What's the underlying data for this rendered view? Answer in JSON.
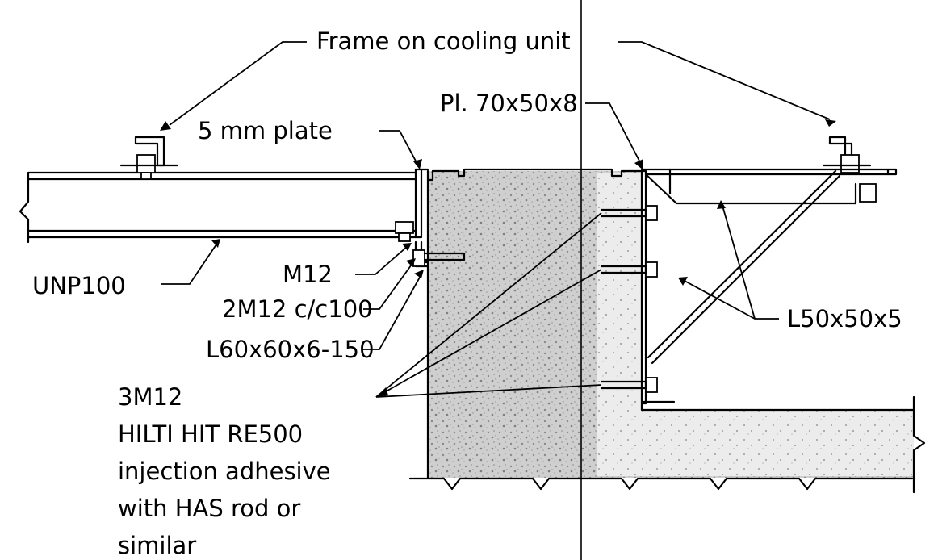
{
  "labels": {
    "frame": "Frame on cooling unit",
    "plate5": "5 mm plate",
    "pl70": "Pl. 70x50x8",
    "unp": "UNP100",
    "m12": "M12",
    "m12pair": "2M12 c/c100",
    "l60": "L60x60x6-150",
    "l50": "L50x50x5",
    "anchor": [
      "3M12",
      "HILTI HIT RE500",
      "injection adhesive",
      "with HAS rod or",
      "similar"
    ]
  },
  "colors": {
    "ink": "#000000",
    "concrete": "#d4d4d4",
    "paper": "#ffffff"
  }
}
